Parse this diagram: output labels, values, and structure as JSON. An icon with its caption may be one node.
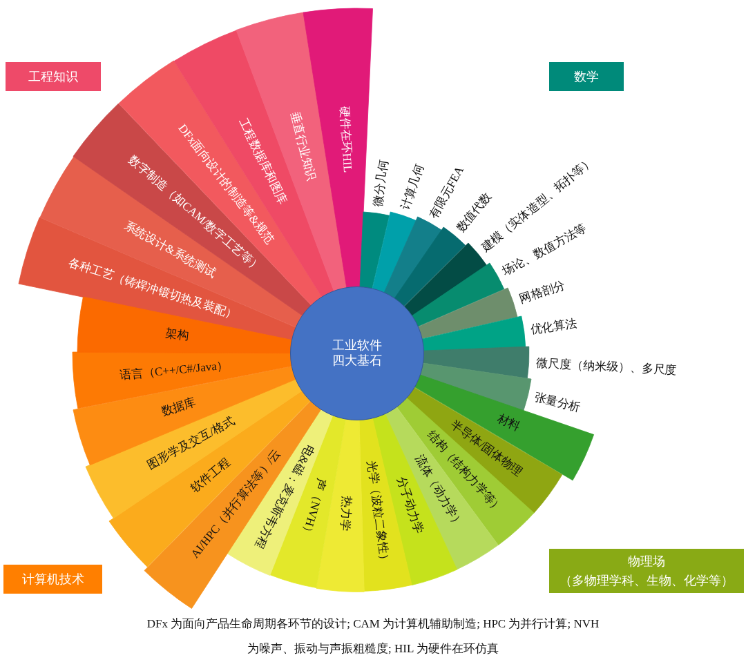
{
  "diagram": {
    "caption": "DFx 为面向产品生命周期各环节的设计; CAM 为计算机辅助制造; HPC 为并行计算; NVH 为噪声、振动与声振粗糙度; HIL 为硬件在环仿真",
    "nodes": [
      {
        "text": [
          "工业软件四大基石"
        ]
      },
      {
        "text": [
          "工程知识"
        ]
      },
      {
        "text": [
          "数学"
        ]
      },
      {
        "text": [
          "物理场",
          "（多物理学科、生物、化学等）"
        ]
      },
      {
        "text": [
          "计算机技术"
        ]
      },
      {
        "text": [
          "各种工艺（铸焊冲锻切热及装配）"
        ]
      },
      {
        "text": [
          "系统设计&系统测试"
        ]
      },
      {
        "text": [
          "数字制造（如CAM/数字工艺等）"
        ]
      },
      {
        "text": [
          "DFx面向设计的制造等&规范"
        ]
      },
      {
        "text": [
          "工程数据库和图库"
        ]
      },
      {
        "text": [
          "垂直行业知识"
        ]
      },
      {
        "text": [
          "硬件在环HIL"
        ]
      },
      {
        "text": [],
        "shape": "wedge",
        "beside": [
          "微分几何"
        ]
      },
      {
        "text": [],
        "shape": "wedge",
        "beside": [
          "计算几何"
        ]
      },
      {
        "text": [],
        "shape": "wedge",
        "beside": [
          "有限元FEA"
        ]
      },
      {
        "text": [],
        "shape": "wedge",
        "beside": [
          "数值代数"
        ]
      },
      {
        "text": [],
        "shape": "wedge",
        "beside": [
          "建模（实体造型、拓扑等）"
        ]
      },
      {
        "text": [],
        "shape": "wedge",
        "beside": [
          "场论、数值方法等"
        ]
      },
      {
        "text": [],
        "shape": "wedge",
        "beside": [
          "网格剖分"
        ]
      },
      {
        "text": [],
        "shape": "wedge",
        "beside": [
          "优化算法"
        ]
      },
      {
        "text": [],
        "shape": "wedge",
        "beside": [
          "微尺度（纳米级）、多尺度"
        ]
      },
      {
        "text": [],
        "shape": "wedge",
        "beside": [
          "张量分析"
        ]
      },
      {
        "text": [
          "材料"
        ]
      },
      {
        "text": [
          "半导体/固体物理"
        ]
      },
      {
        "text": [
          "结构（结构力学等）"
        ]
      },
      {
        "text": [
          "流体（动力学）"
        ]
      },
      {
        "text": [
          "分子动力学"
        ]
      },
      {
        "text": [
          "光学（波粒二象性）"
        ]
      },
      {
        "text": [
          "热力学"
        ]
      },
      {
        "text": [
          "声（NVH）"
        ]
      },
      {
        "text": [
          "电&磁：麦克斯韦方程"
        ]
      },
      {
        "text": [
          "AI/HPC（并行算法等）/云"
        ]
      },
      {
        "text": [
          "软件工程"
        ]
      },
      {
        "text": [
          "图形学及交互/格式"
        ]
      },
      {
        "text": [
          "数据库"
        ]
      },
      {
        "text": [
          "语言（C++/C#/Java）"
        ]
      },
      {
        "text": [
          "架构"
        ]
      }
    ]
  }
}
